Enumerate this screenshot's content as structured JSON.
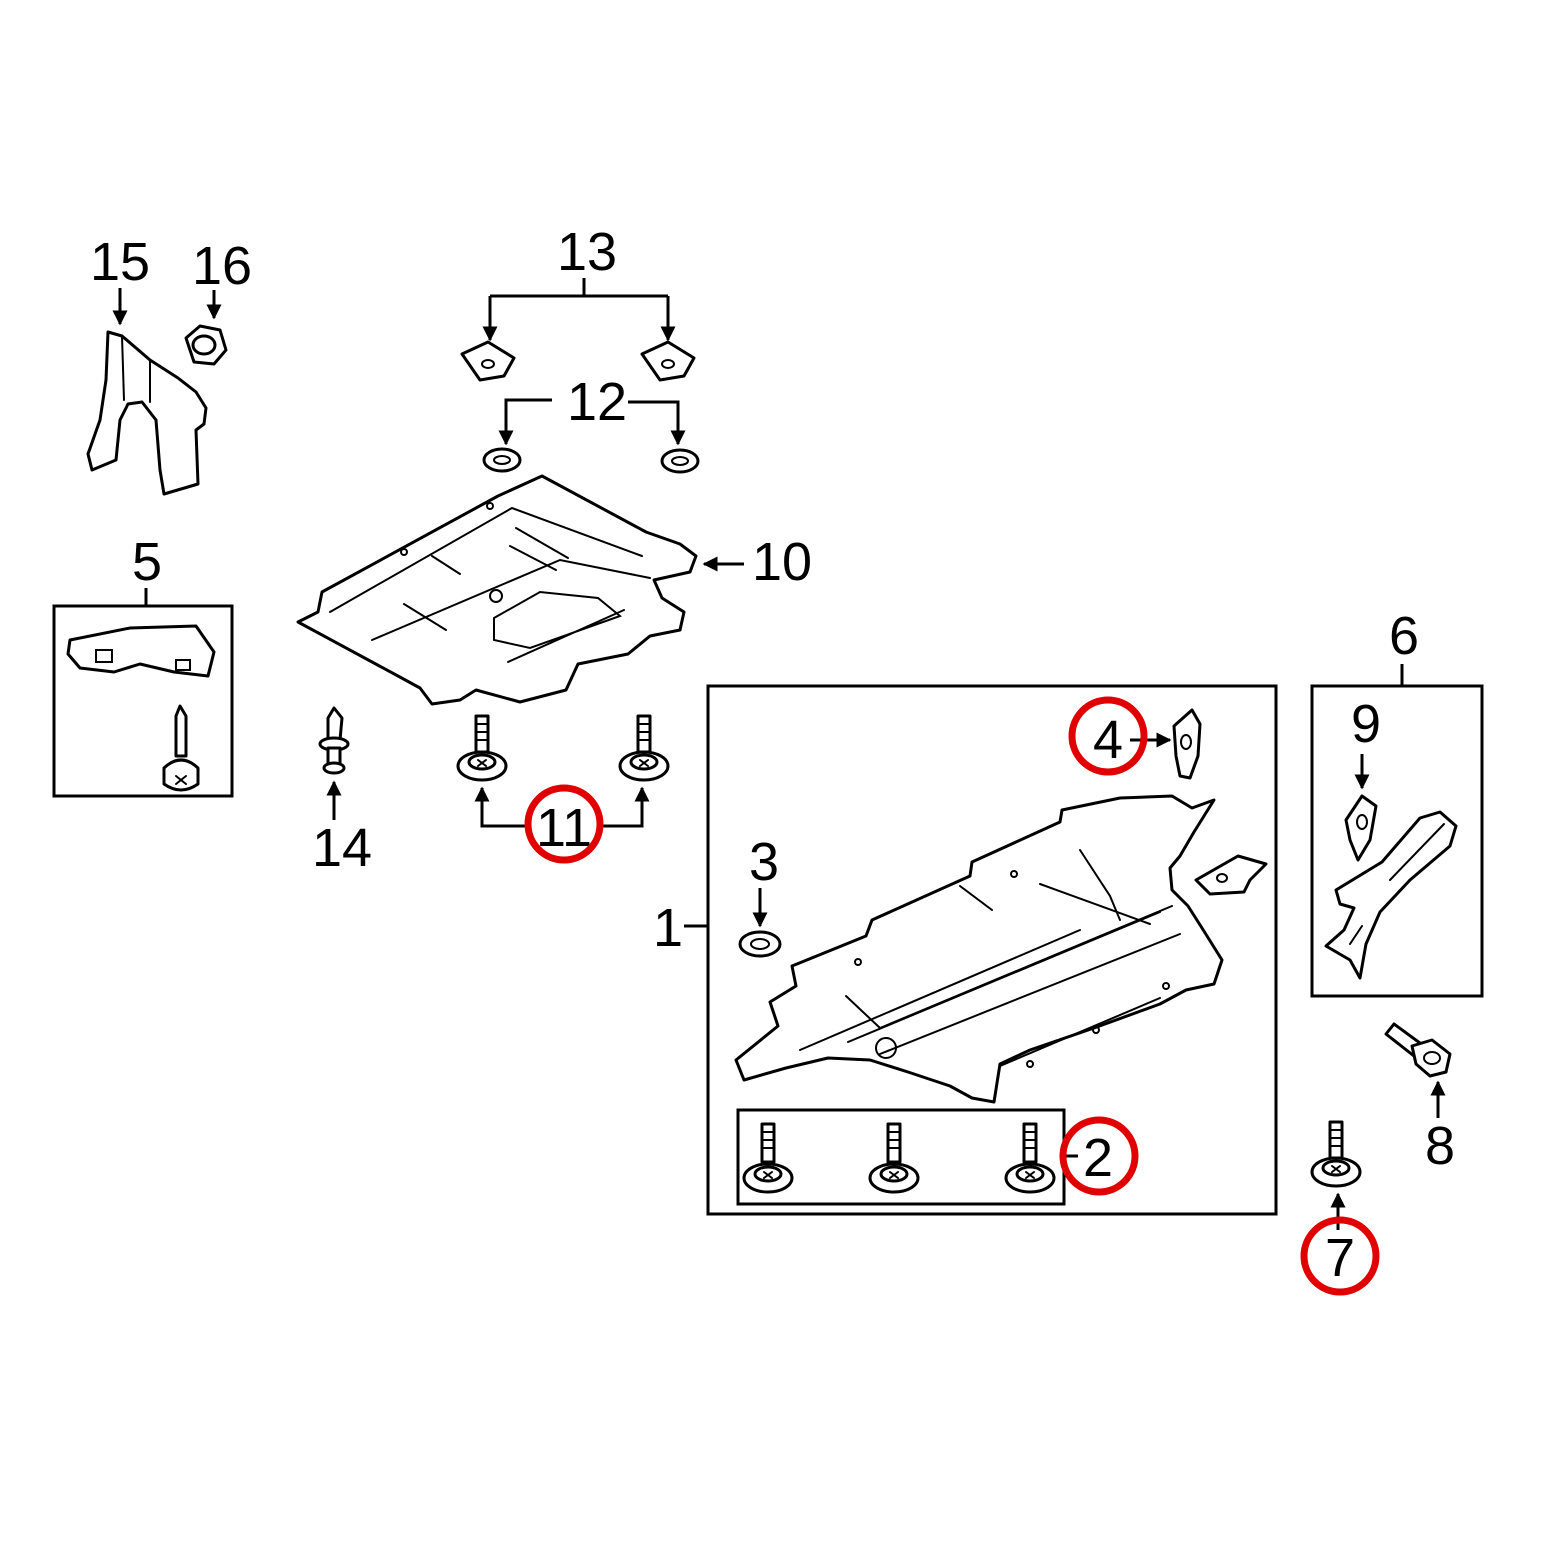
{
  "callouts": {
    "c1": "1",
    "c2": "2",
    "c3": "3",
    "c4": "4",
    "c5": "5",
    "c6": "6",
    "c7": "7",
    "c8": "8",
    "c9": "9",
    "c10": "10",
    "c11": "11",
    "c12": "12",
    "c13": "13",
    "c14": "14",
    "c15": "15",
    "c16": "16"
  },
  "highlighted_callouts": [
    "2",
    "4",
    "7",
    "11"
  ],
  "colors": {
    "highlight": "#e00000",
    "line": "#000000",
    "background": "#ffffff"
  }
}
